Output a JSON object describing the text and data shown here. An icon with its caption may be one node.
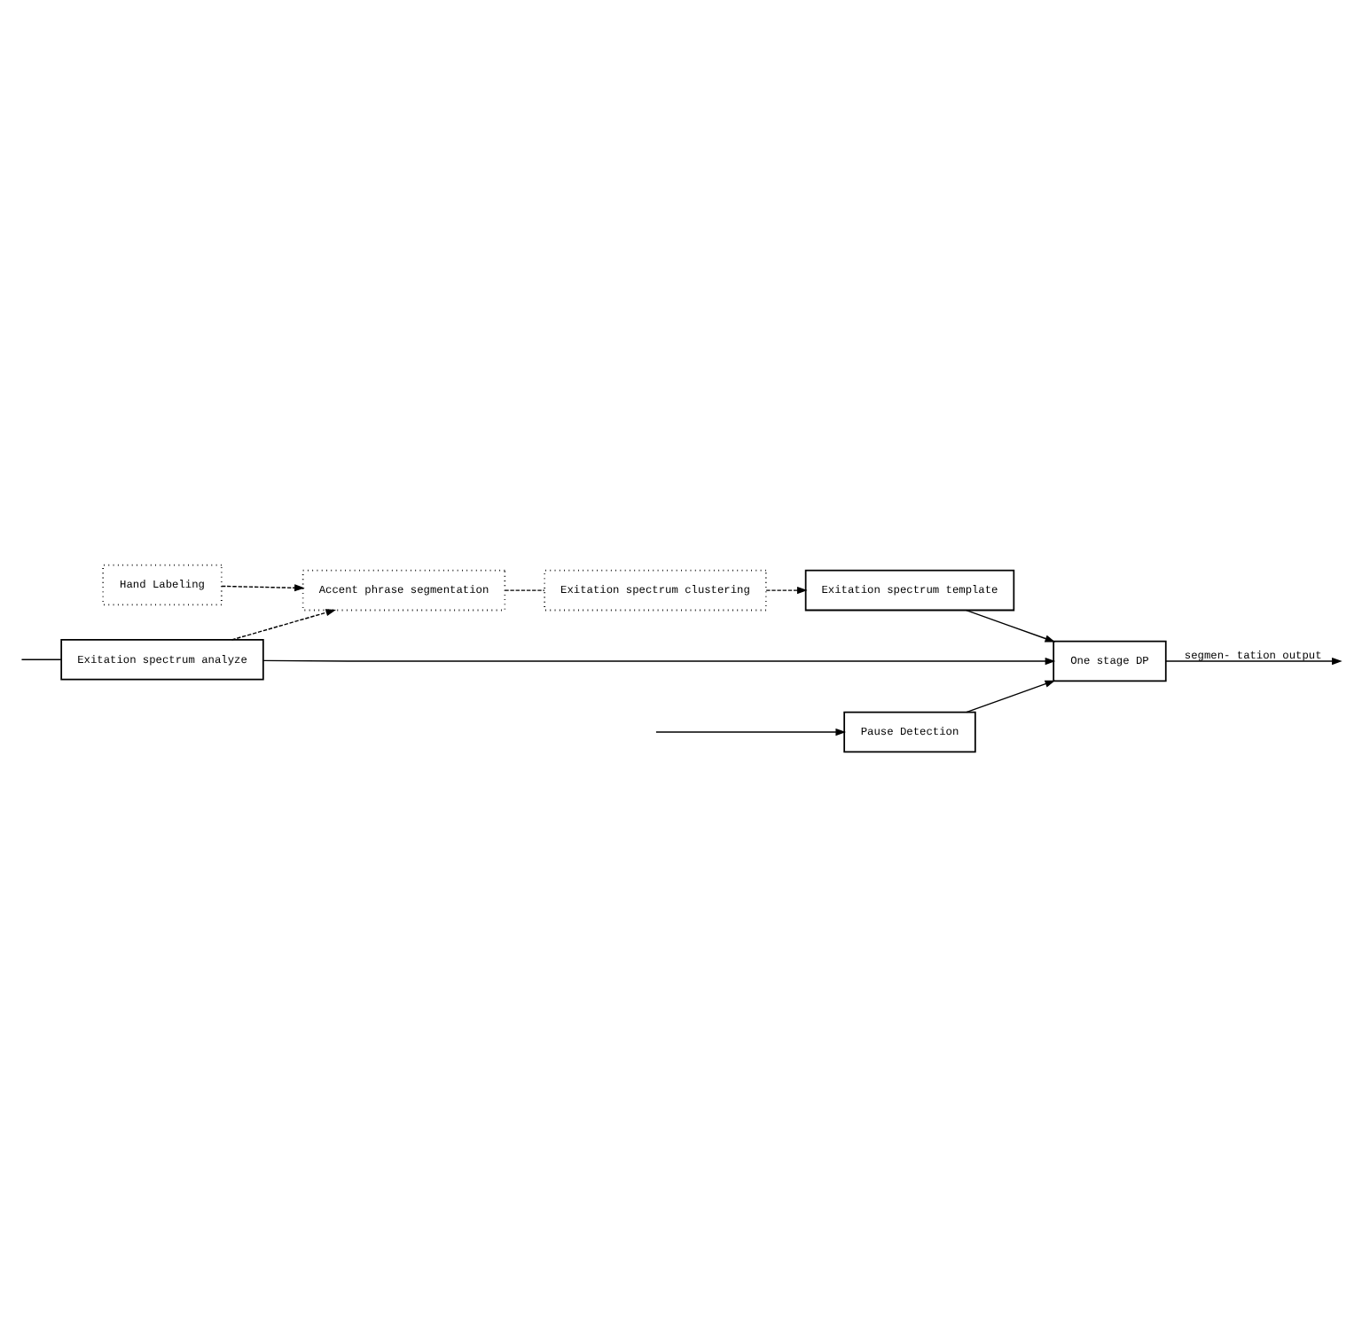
{
  "diagram": {
    "nodes": [
      {
        "text": [
          "Pause Detection"
        ]
      },
      {
        "text": [
          "Exitation spectrum analyze"
        ]
      },
      {
        "text": [
          "One stage DP"
        ]
      },
      {
        "text": [
          "Accent phrase segmentation"
        ]
      },
      {
        "text": [
          "Exitation spectrum template"
        ]
      },
      {
        "text": [
          "Hand Labeling"
        ]
      },
      {
        "text": [
          "Exitation spectrum clustering"
        ]
      }
    ],
    "edges": [
      {
        "from": null,
        "to": 0,
        "arrow": "to"
      },
      {
        "from": null,
        "to": 1,
        "arrow": "none"
      },
      {
        "from": 0,
        "to": 2,
        "arrow": "to"
      },
      {
        "from": 1,
        "to": 2,
        "arrow": "to"
      },
      {
        "from": 2,
        "to": null,
        "arrow": "to",
        "label": "segmen- tation output"
      },
      {
        "from": 1,
        "to": 3,
        "arrow": "to",
        "style": "dashed"
      },
      {
        "from": 5,
        "to": 3,
        "arrow": "to",
        "style": "dashed"
      },
      {
        "from": 3,
        "to": 6,
        "arrow": "none",
        "style": "dashed"
      },
      {
        "from": 6,
        "to": 4,
        "arrow": "to",
        "style": "dashed"
      },
      {
        "from": 4,
        "to": 2,
        "arrow": "to"
      }
    ]
  }
}
